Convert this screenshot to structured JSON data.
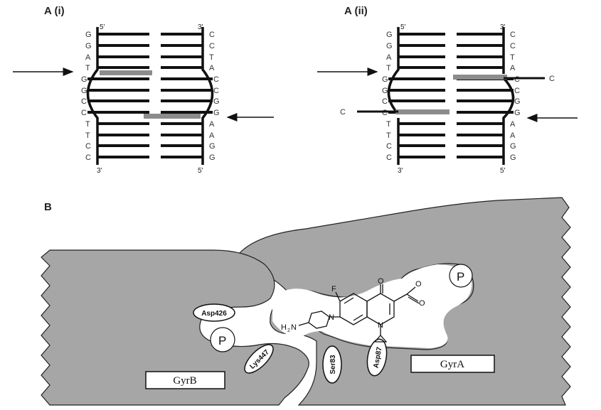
{
  "panel_a_i": {
    "label": "A (i)",
    "top_left": "5'",
    "top_right": "3'",
    "bottom_left": "3'",
    "bottom_right": "5'",
    "left_bases": [
      "G",
      "G",
      "A",
      "T",
      "G",
      "G",
      "C",
      "C",
      "T",
      "T",
      "C",
      "C"
    ],
    "right_bases": [
      "C",
      "C",
      "T",
      "A",
      "C",
      "C",
      "G",
      "G",
      "A",
      "A",
      "G",
      "G"
    ]
  },
  "panel_a_ii": {
    "label": "A (ii)",
    "top_left": "5'",
    "top_right": "3'",
    "bottom_left": "3'",
    "bottom_right": "5'",
    "left_bases": [
      "G",
      "G",
      "A",
      "T",
      "G",
      "G",
      "C",
      "C",
      "T",
      "T",
      "C",
      "C"
    ],
    "right_bases": [
      "C",
      "C",
      "T",
      "A",
      "C",
      "C",
      "G",
      "G",
      "A",
      "A",
      "G",
      "G"
    ],
    "overhang_right": "C",
    "overhang_left": "C"
  },
  "panel_b": {
    "label": "B",
    "protein_left": "GyrB",
    "protein_right": "GyrA",
    "residues": [
      "Asp426",
      "Lys447",
      "Ser83",
      "Asp87"
    ],
    "phosphate": "P",
    "drug_labels": {
      "fluorine": "F",
      "oxygen": "O",
      "nitrogen": "N",
      "amine": "H",
      "amine_sub": "2",
      "amine_n": "N"
    }
  },
  "colors": {
    "protein": "#a6a6a6",
    "strand": "#111111",
    "highlight": "#8c8c8c"
  }
}
